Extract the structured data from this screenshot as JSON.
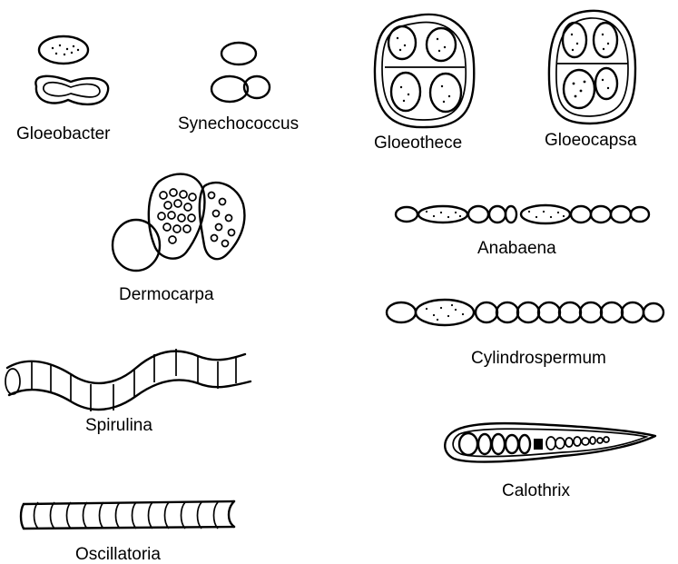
{
  "labels": {
    "gloeobacter": "Gloeobacter",
    "synechococcus": "Synechococcus",
    "gloeothece": "Gloeothece",
    "gloeocapsa": "Gloeocapsa",
    "dermocarpa": "Dermocarpa",
    "anabaena": "Anabaena",
    "cylindrospermum": "Cylindrospermum",
    "spirulina": "Spirulina",
    "calothrix": "Calothrix",
    "oscillatoria": "Oscillatoria"
  },
  "icons": [
    "cyanobacterium-drawing"
  ],
  "colors": {
    "ink": "#000000",
    "background": "#ffffff"
  }
}
